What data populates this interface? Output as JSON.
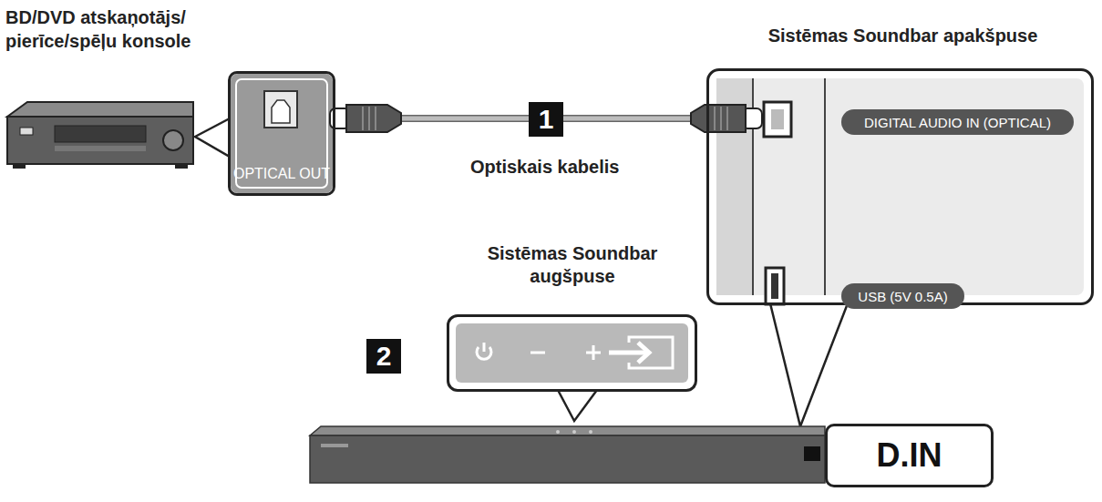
{
  "diagram": {
    "nodes": [
      {
        "text": [
          "OPTICAL OUT"
        ]
      },
      {
        "text": [
          "Sistēmas Soundbar apakšpuse"
        ]
      },
      {
        "text": [
          "DIGITAL AUDIO IN (OPTICAL)"
        ],
        "in": 1
      },
      {
        "text": [
          "USB (5V 0.5A)"
        ],
        "in": 1
      },
      {
        "text": [
          "Sistēmas Soundbar augšpuse"
        ]
      },
      {
        "text": [
          "D.IN"
        ]
      }
    ],
    "edges": [
      {
        "from": 0,
        "to": 1,
        "label": "Optiskais kabelis",
        "arrow": "none"
      }
    ],
    "labels": [
      "BD/DVD atskaņotājs/ pierīce/spēļu konsole",
      "1",
      "2"
    ]
  }
}
